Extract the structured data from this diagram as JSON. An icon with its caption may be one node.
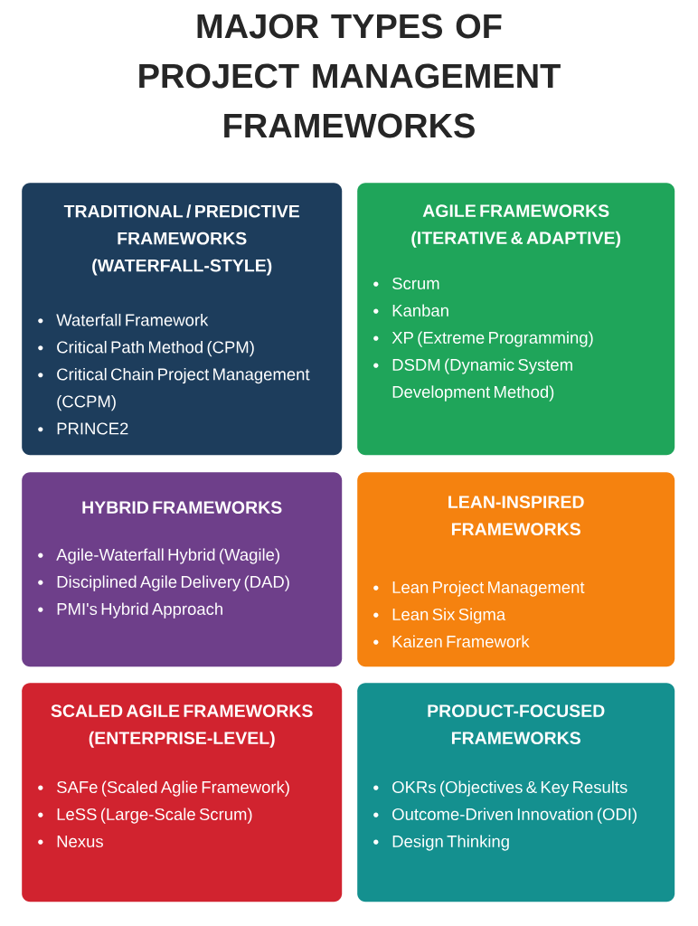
{
  "diagram": {
    "title": "MAJOR TYPES OF PROJECT MANAGEMENT FRAMEWORKS",
    "nodes": [
      {
        "text": [
          "TRADITIONAL / PREDICTIVE FRAMEWORKS (WATERFALL-STYLE)",
          "Waterfall Framework",
          "Critical Path Method (CPM)",
          "Critical Chain Project Management (CCPM)",
          "PRINCE2"
        ]
      },
      {
        "text": [
          "AGILE FRAMEWORKS (ITERATIVE & ADAPTIVE)",
          "Scrum",
          "Kanban",
          "XP (Extreme Programming)",
          "DSDM (Dynamic System Development Method)"
        ]
      },
      {
        "text": [
          "HYBRID FRAMEWORKS",
          "Agile-Waterfall Hybrid (Wagile)",
          "Disciplined Agile Delivery (DAD)",
          "PMI's Hybrid Approach"
        ]
      },
      {
        "text": [
          "LEAN-INSPIRED FRAMEWORKS",
          "Lean Project Management",
          "Lean Six Sigma",
          "Kaizen Framework"
        ]
      },
      {
        "text": [
          "SCALED AGILE FRAMEWORKS (ENTERPRISE-LEVEL)",
          "SAFe (Scaled Aglie Framework)",
          "LeSS (Large-Scale Scrum)",
          "Nexus"
        ]
      },
      {
        "text": [
          "PRODUCT-FOCUSED FRAMEWORKS",
          "OKRs (Objectives & Key Results",
          "Outcome-Driven Innovation (ODI)",
          "Design Thinking"
        ]
      }
    ]
  }
}
